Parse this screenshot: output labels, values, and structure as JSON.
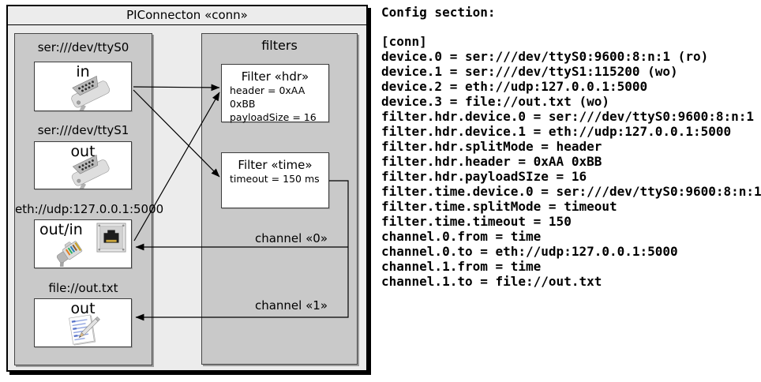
{
  "diagram": {
    "title": "PIConnecton «conn»",
    "devices": [
      {
        "label": "ser:///dev/ttyS0",
        "mode": "in",
        "icon": "serial-db9-connector-icon"
      },
      {
        "label": "ser:///dev/ttyS1",
        "mode": "out",
        "icon": "serial-db9-connector-icon"
      },
      {
        "label": "eth://udp:127.0.0.1:5000",
        "mode": "out/in",
        "icon": "ethernet-jack-and-plug-icon"
      },
      {
        "label": "file://out.txt",
        "mode": "out",
        "icon": "notepad-pencil-icon"
      }
    ],
    "filters_panel": {
      "title": "filters",
      "filters": [
        {
          "title": "Filter «hdr»",
          "lines": [
            "header = 0xAA 0xBB",
            "payloadSize = 16"
          ]
        },
        {
          "title": "Filter «time»",
          "lines": [
            "timeout = 150 ms"
          ]
        }
      ]
    },
    "channels": [
      {
        "label": "channel «0»",
        "from": "Filter «time»",
        "to": "eth://udp:127.0.0.1:5000"
      },
      {
        "label": "channel «1»",
        "from": "Filter «time»",
        "to": "file://out.txt"
      }
    ],
    "arrows": [
      {
        "from": "ser:///dev/ttyS0 (in)",
        "to": "Filter «hdr»"
      },
      {
        "from": "ser:///dev/ttyS0 (in)",
        "to": "Filter «time»"
      },
      {
        "from": "eth://udp:127.0.0.1:5000 (out/in)",
        "to": "Filter «hdr»"
      }
    ],
    "colors": {
      "frame_fill": "#ececec",
      "panel_fill": "#c9c9c9",
      "box_fill": "#ffffff",
      "line_color": "#000000"
    }
  },
  "config": {
    "heading": "Config section:",
    "lines": [
      "[conn]",
      "device.0 = ser:///dev/ttyS0:9600:8:n:1 (ro)",
      "device.1 = ser:///dev/ttyS1:115200 (wo)",
      "device.2 = eth://udp:127.0.0.1:5000",
      "device.3 = file://out.txt (wo)",
      "filter.hdr.device.0 = ser:///dev/ttyS0:9600:8:n:1",
      "filter.hdr.device.1 = eth://udp:127.0.0.1:5000",
      "filter.hdr.splitMode = header",
      "filter.hdr.header = 0xAA 0xBB",
      "filter.hdr.payloadSIze = 16",
      "filter.time.device.0 = ser:///dev/ttyS0:9600:8:n:1",
      "filter.time.splitMode = timeout",
      "filter.time.timeout = 150",
      "channel.0.from = time",
      "channel.0.to = eth://udp:127.0.0.1:5000",
      "channel.1.from = time",
      "channel.1.to = file://out.txt"
    ]
  }
}
